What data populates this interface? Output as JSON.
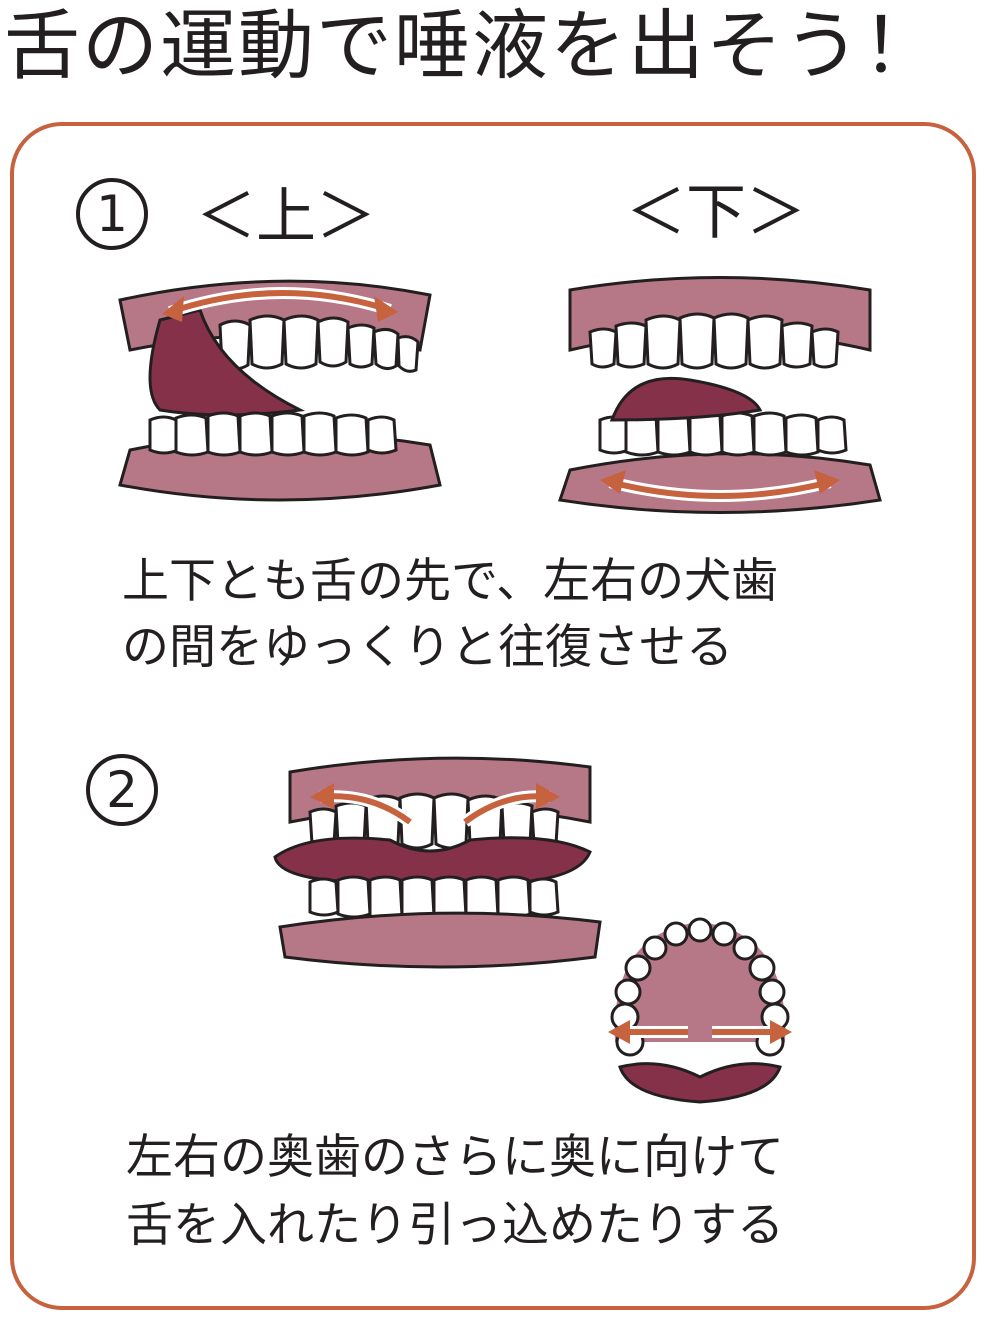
{
  "title": "舌の運動で唾液を出そう！",
  "step1": {
    "number": "1",
    "label_up": "＜上＞",
    "label_down": "＜下＞",
    "description": [
      "上下とも舌の先で、左右の犬歯",
      "の間をゆっくりと往復させる"
    ]
  },
  "step2": {
    "number": "2",
    "description": [
      "左右の奥歯のさらに奥に向けて",
      "舌を入れたり引っ込めたりする"
    ]
  },
  "colors": {
    "accent": "#c6623d",
    "gum": "#b67887",
    "tongue": "#85314a",
    "text": "#231f20"
  }
}
